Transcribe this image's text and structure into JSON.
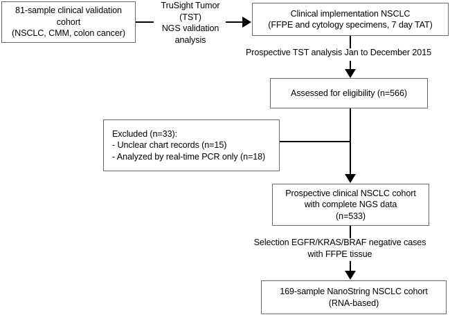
{
  "diagram": {
    "title": "NSCLC cohort selection flow diagram",
    "colors": {
      "box_border": "#6b6b6b",
      "connector": "#000000",
      "background": "#ffffff",
      "text": "#000000"
    },
    "nodes": [
      {
        "id": "validation-cohort",
        "text": "81-sample clinical validation\ncohort\n(NSCLC, CMM, colon cancer)"
      },
      {
        "id": "clinical-implementation",
        "text": "Clinical implementation NSCLC\n(FFPE and cytology specimens, 7 day TAT)"
      },
      {
        "id": "assessed-eligibility",
        "text": "Assessed for eligibility (n=566)"
      },
      {
        "id": "excluded",
        "text": "Excluded (n=33):\n- Unclear chart records (n=15)\n- Analyzed by real-time PCR only (n=18)"
      },
      {
        "id": "prospective-cohort",
        "text": "Prospective clinical NSCLC cohort\nwith complete NGS data\n(n=533)"
      },
      {
        "id": "nanostring-cohort",
        "text": "169-sample NanoString NSCLC cohort\n(RNA-based)"
      }
    ],
    "edge_labels": [
      {
        "id": "tst-validation",
        "text": "TruSight Tumor\n(TST)\nNGS validation\nanalysis"
      },
      {
        "id": "prospective-tst",
        "text": "Prospective TST analysis Jan to December 2015"
      },
      {
        "id": "selection-criteria",
        "text": "Selection EGFR/KRAS/BRAF negative cases\nwith FFPE tissue"
      }
    ]
  }
}
